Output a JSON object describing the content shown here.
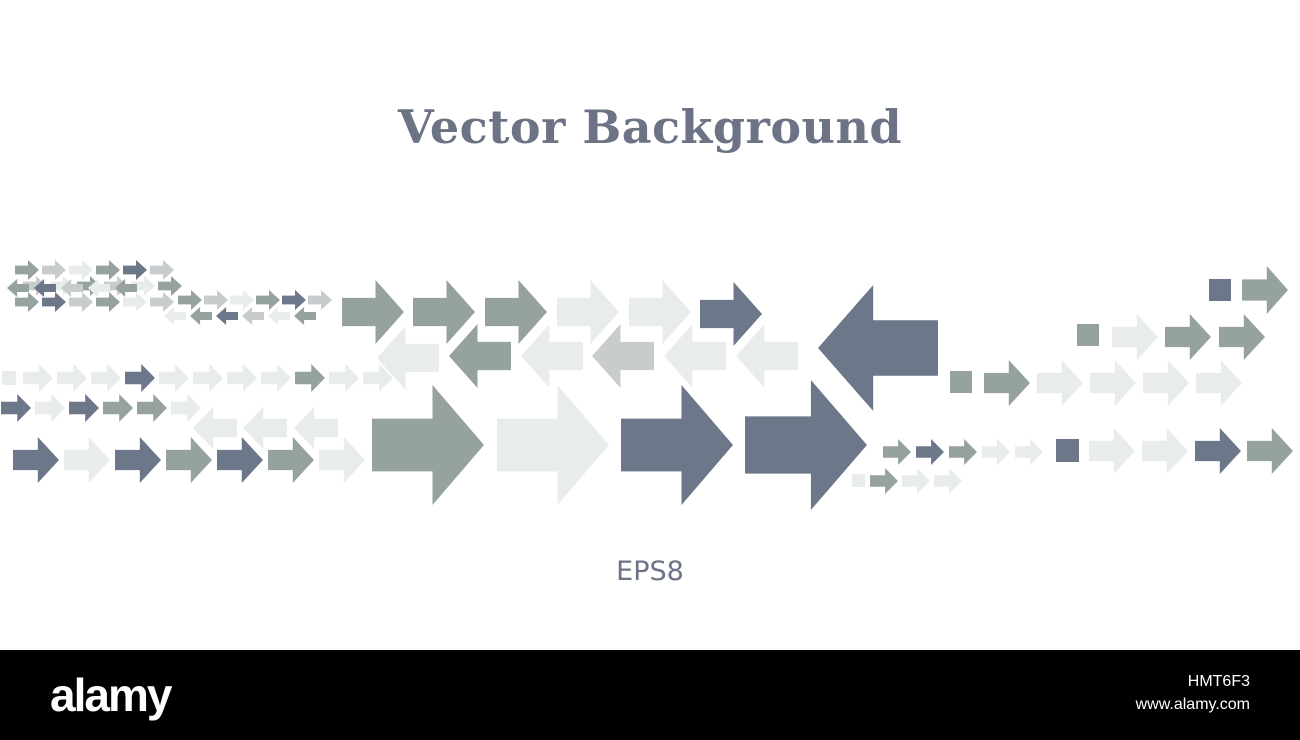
{
  "title": "Vector Background",
  "subtitle": "EPS8",
  "watermark": {
    "brand": "alamy",
    "image_id": "HMT6F3",
    "site": "www.alamy.com"
  },
  "colors": {
    "background": "#ffffff",
    "text": "#6b7385",
    "slate": "#6c7789",
    "sage": "#96a2a0",
    "light_gray": "#c9cccd",
    "pale": "#e9eced",
    "footer": "#000000"
  },
  "arrows_icon": "right-arrow-icon",
  "arrows_reversed_icon": "left-arrow-icon"
}
